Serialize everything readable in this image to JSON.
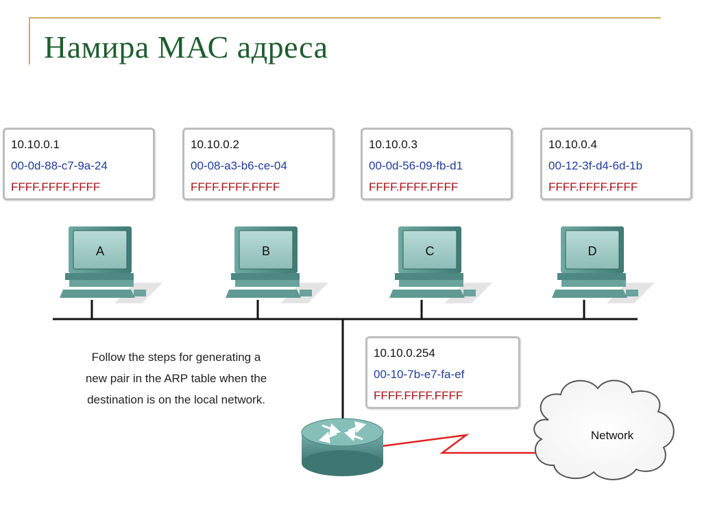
{
  "title": "Намира МАС адреса",
  "hosts": [
    {
      "label": "A",
      "ip": "10.10.0.1",
      "mac": "00-0d-88-c7-9a-24",
      "broadcast": "FFFF.FFFF.FFFF"
    },
    {
      "label": "B",
      "ip": "10.10.0.2",
      "mac": "00-08-a3-b6-ce-04",
      "broadcast": "FFFF.FFFF.FFFF"
    },
    {
      "label": "C",
      "ip": "10.10.0.3",
      "mac": "00-0d-56-09-fb-d1",
      "broadcast": "FFFF.FFFF.FFFF"
    },
    {
      "label": "D",
      "ip": "10.10.0.4",
      "mac": "00-12-3f-d4-6d-1b",
      "broadcast": "FFFF.FFFF.FFFF"
    }
  ],
  "router": {
    "ip": "10.10.0.254",
    "mac": "00-10-7b-e7-fa-ef",
    "broadcast": "FFFF.FFFF.FFFF"
  },
  "caption": {
    "line1": "Follow the steps for generating a",
    "line2": "new pair in the ARP table when the",
    "line3": "destination is on the local network."
  },
  "cloud_label": "Network",
  "colors": {
    "title": "#1e5d2e",
    "ip": "#111111",
    "mac": "#1f3c9c",
    "broadcast": "#a80f16",
    "device": "#5a9a94",
    "wan_link": "#e02020"
  }
}
